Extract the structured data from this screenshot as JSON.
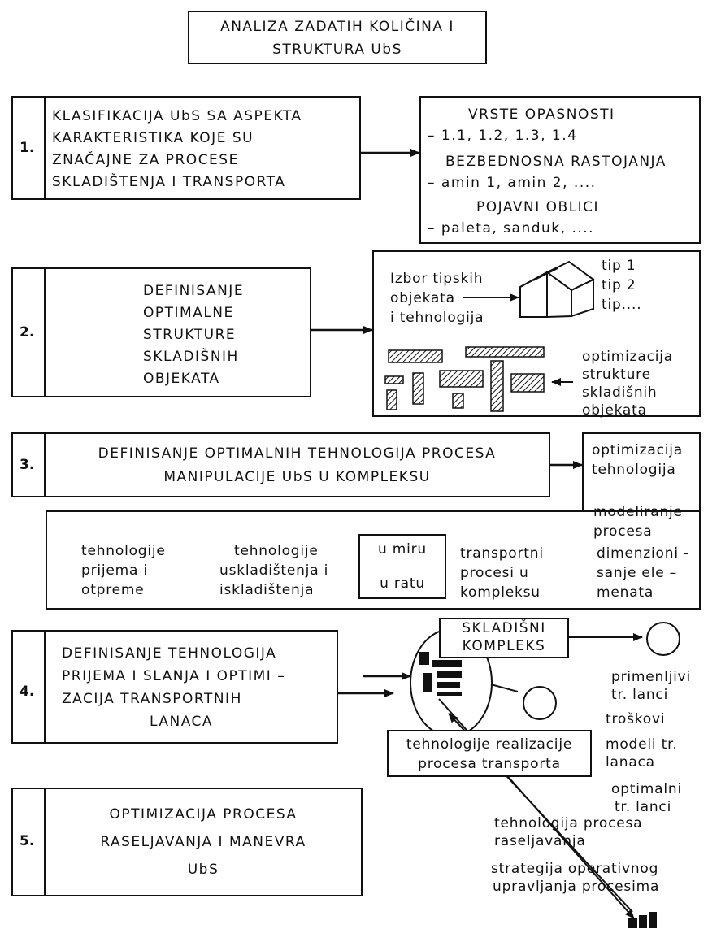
{
  "title": {
    "line1": "ANALIZA ZADATIH KOLIČINA I",
    "line2": "STRUKTURA UbS"
  },
  "step1": {
    "number": "1.",
    "lines": [
      "KLASIFIKACIJA UbS SA ASPEKTA",
      "KARAKTERISTIKA KOJE SU",
      "ZNAČAJNE ZA PROCESE",
      "SKLADIŠTENJA I TRANSPORTA"
    ],
    "detail": {
      "h1": "VRSTE OPASNOSTI",
      "l1": "– 1.1, 1.2, 1.3, 1.4",
      "h2": "BEZBEDNOSNA RASTOJANJA",
      "l2": "– amin 1,   amin 2, ....",
      "h3": "POJAVNI OBLICI",
      "l3": "– paleta, sanduk, ...."
    }
  },
  "step2": {
    "number": "2.",
    "lines": [
      "DEFINISANJE",
      "OPTIMALNE",
      "STRUKTURE",
      "SKLADIŠNIH",
      "OBJEKATA"
    ],
    "detail": {
      "izbor": [
        "Izbor tipskih",
        "objekata",
        "i tehnologija"
      ],
      "tips": [
        "tip 1",
        "tip 2",
        "tip...."
      ],
      "opt": [
        "optimizacija",
        "strukture",
        "skladišnih",
        "objekata"
      ]
    }
  },
  "step3": {
    "number": "3.",
    "lines": [
      "DEFINISANJE  OPTIMALNIH  TEHNOLOGIJA  PROCESA",
      "MANIPULACIJE  UbS  U  KOMPLEKSU"
    ],
    "right": [
      "optimizacija",
      "tehnologija",
      "modeliranje",
      "procesa"
    ],
    "col1": [
      "tehnologije",
      "prijema i",
      "otpreme"
    ],
    "col2": [
      "tehnologije",
      "uskladištenja i",
      "iskladištenja"
    ],
    "col3": [
      "u miru",
      "u ratu"
    ],
    "col4": [
      "transportni",
      "procesi u",
      "kompleksu"
    ],
    "col5": [
      "dimenzioni -",
      "sanje ele –",
      "menata"
    ]
  },
  "step4": {
    "number": "4.",
    "lines": [
      "DEFINISANJE TEHNOLOGIJA",
      "PRIJEMA I SLANJA I  OPTIMI –",
      "ZACIJA TRANSPORTNIH",
      "LANACA"
    ],
    "kompleks": [
      "SKLADIŠNI",
      "KOMPLEKS"
    ],
    "realiz": [
      "tehnologije realizacije",
      "procesa transporta"
    ],
    "right": [
      "primenljivi",
      "tr. lanci",
      "troškovi",
      "modeli tr.",
      "lanaca",
      "optimalni",
      "tr. lanci"
    ]
  },
  "step5": {
    "number": "5.",
    "lines": [
      "OPTIMIZACIJA  PROCESA",
      "RASELJAVANJA  I  MANEVRA",
      "UbS"
    ],
    "right1": [
      "tehnologija procesa",
      "raseljavanja"
    ],
    "right2": [
      "strategija operativnog",
      "upravljanja procesima"
    ]
  }
}
